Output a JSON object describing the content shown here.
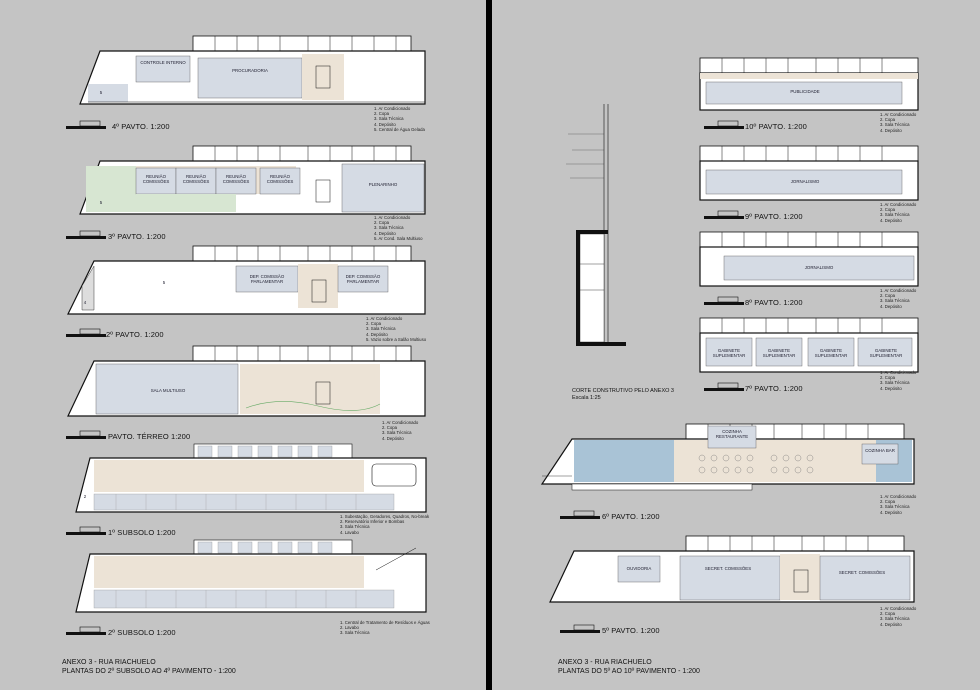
{
  "left_sheet": {
    "plans": [
      {
        "id": "p4",
        "title": "4º PAVTO.  1:200",
        "rooms": [
          "CONTROLE INTERNO",
          "PROCURADORIA",
          "5"
        ],
        "legend": [
          "1. Ar Condicionado",
          "2. Copa",
          "3. Sala Técnica",
          "4. Depósito",
          "5. Central de Água Gelada"
        ]
      },
      {
        "id": "p3",
        "title": "3º PAVTO.  1:200",
        "rooms": [
          "REUNIÃO COMISSÕES",
          "REUNIÃO COMISSÕES",
          "REUNIÃO COMISSÕES",
          "REUNIÃO COMISSÕES",
          "PLENARINHO",
          "5"
        ],
        "legend": [
          "1. Ar Condicionado",
          "2. Copa",
          "3. Sala Técnica",
          "4. Depósito",
          "5. Ar Cond. Sala Multiuso"
        ]
      },
      {
        "id": "p2",
        "title": "2º PAVTO.  1:200",
        "rooms": [
          "5",
          "DEP. COMISSÃO PARLAMENTAR",
          "DEP. COMISSÃO PARLAMENTAR",
          "4"
        ],
        "legend": [
          "1. Ar Condicionado",
          "2. Copa",
          "3. Sala Técnica",
          "4. Depósito",
          "5. Vazio sobre a Salão Multiuso"
        ]
      },
      {
        "id": "p0",
        "title": "PAVTO. TÉRREO  1:200",
        "rooms": [
          "SALA MULTIUSO"
        ],
        "legend": [
          "1. Ar Condicionado",
          "2. Copa",
          "3. Sala Técnica",
          "4. Depósito"
        ]
      },
      {
        "id": "s1",
        "title": "1º SUBSOLO  1:200",
        "rooms": [
          "2"
        ],
        "legend": [
          "1. Subestação, Geradores, Quadros, No-break",
          "2. Reservatório Inferior e Bombas",
          "3. Sala Técnica",
          "4. Lavabo"
        ]
      },
      {
        "id": "s2",
        "title": "2º SUBSOLO  1:200",
        "rooms": [],
        "legend": [
          "1. Central de Tratamento de Resíduos e Águas",
          "2. Lavabo",
          "3. Sala Técnica"
        ]
      }
    ],
    "footer": [
      "ANEXO 3 - RUA RIACHUELO",
      "PLANTAS DO 2º SUBSOLO AO 4º PAVIMENTO - 1:200"
    ]
  },
  "right_sheet": {
    "section": {
      "title": "CORTE CONSTRUTIVO PELO ANEXO 3",
      "scale": "Escala 1:25"
    },
    "plans": [
      {
        "id": "p10",
        "title": "10º PAVTO.  1:200",
        "rooms": [
          "PUBLICIDADE"
        ],
        "legend": [
          "1. Ar Condicionado",
          "2. Copa",
          "3. Sala Técnica",
          "4. Depósito"
        ]
      },
      {
        "id": "p9",
        "title": "9º PAVTO.  1:200",
        "rooms": [
          "JORNALISMO"
        ],
        "legend": [
          "1. Ar Condicionado",
          "2. Copa",
          "3. Sala Técnica",
          "4. Depósito"
        ]
      },
      {
        "id": "p8",
        "title": "8º PAVTO.  1:200",
        "rooms": [
          "JORNALISMO"
        ],
        "legend": [
          "1. Ar Condicionado",
          "2. Copa",
          "3. Sala Técnica",
          "4. Depósito"
        ]
      },
      {
        "id": "p7",
        "title": "7º PAVTO.  1:200",
        "rooms": [
          "GABINETE SUPLEMENTAR",
          "GABINETE SUPLEMENTAR",
          "GABINETE SUPLEMENTAR",
          "GABINETE SUPLEMENTAR"
        ],
        "legend": [
          "1. Ar Condicionado",
          "2. Copa",
          "3. Sala Técnica",
          "4. Depósito"
        ]
      },
      {
        "id": "p6",
        "title": "6º PAVTO.  1:200",
        "rooms": [
          "COZINHA RESTAURANTE",
          "COZINHA BAR"
        ],
        "legend": [
          "1. Ar Condicionado",
          "2. Copa",
          "3. Sala Técnica",
          "4. Depósito"
        ]
      },
      {
        "id": "p5",
        "title": "5º PAVTO.  1:200",
        "rooms": [
          "OUVIDORIA",
          "SECRET. COMISSÕES",
          "SECRET. COMISSÕES"
        ],
        "legend": [
          "1. Ar Condicionado",
          "2. Copa",
          "3. Sala Técnica",
          "4. Depósito"
        ]
      }
    ],
    "footer": [
      "ANEXO 3 - RUA RIACHUELO",
      "PLANTAS DO 5º AO 10º PAVIMENTO - 1:200"
    ]
  },
  "colors": {
    "background": "#c4c4c4",
    "floor": "#ffffff",
    "office": "#d5dbe4",
    "circulation": "#ece3d6",
    "garden": "#d7e6d2",
    "water": "#a9c3d6",
    "line": "#111111"
  }
}
